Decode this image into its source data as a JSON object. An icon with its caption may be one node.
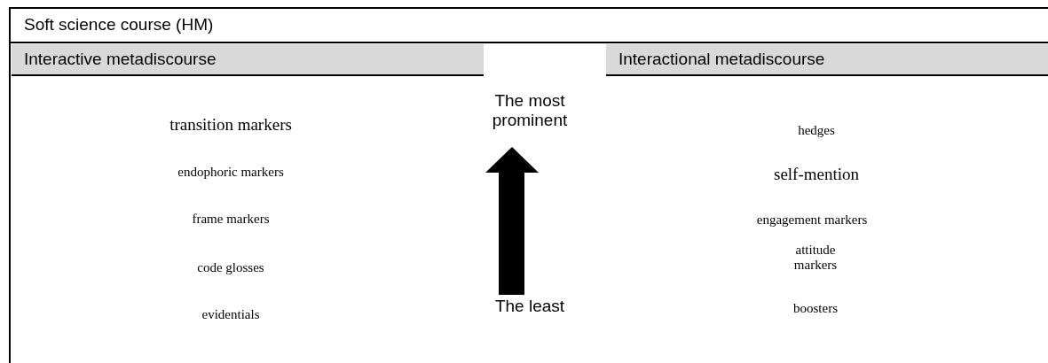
{
  "diagram": {
    "title": "Soft science course (HM)",
    "nodes": [
      {
        "text": [
          "Interactive metadiscourse"
        ]
      },
      {
        "text": [
          "Interactional metadiscourse"
        ]
      }
    ],
    "labels": [
      "transition markers",
      "endophoric markers",
      "frame markers",
      "code glosses",
      "evidentials",
      "The most prominent",
      "The least",
      "hedges",
      "self-mention",
      "engagement markers",
      "attitude markers",
      "boosters"
    ]
  }
}
